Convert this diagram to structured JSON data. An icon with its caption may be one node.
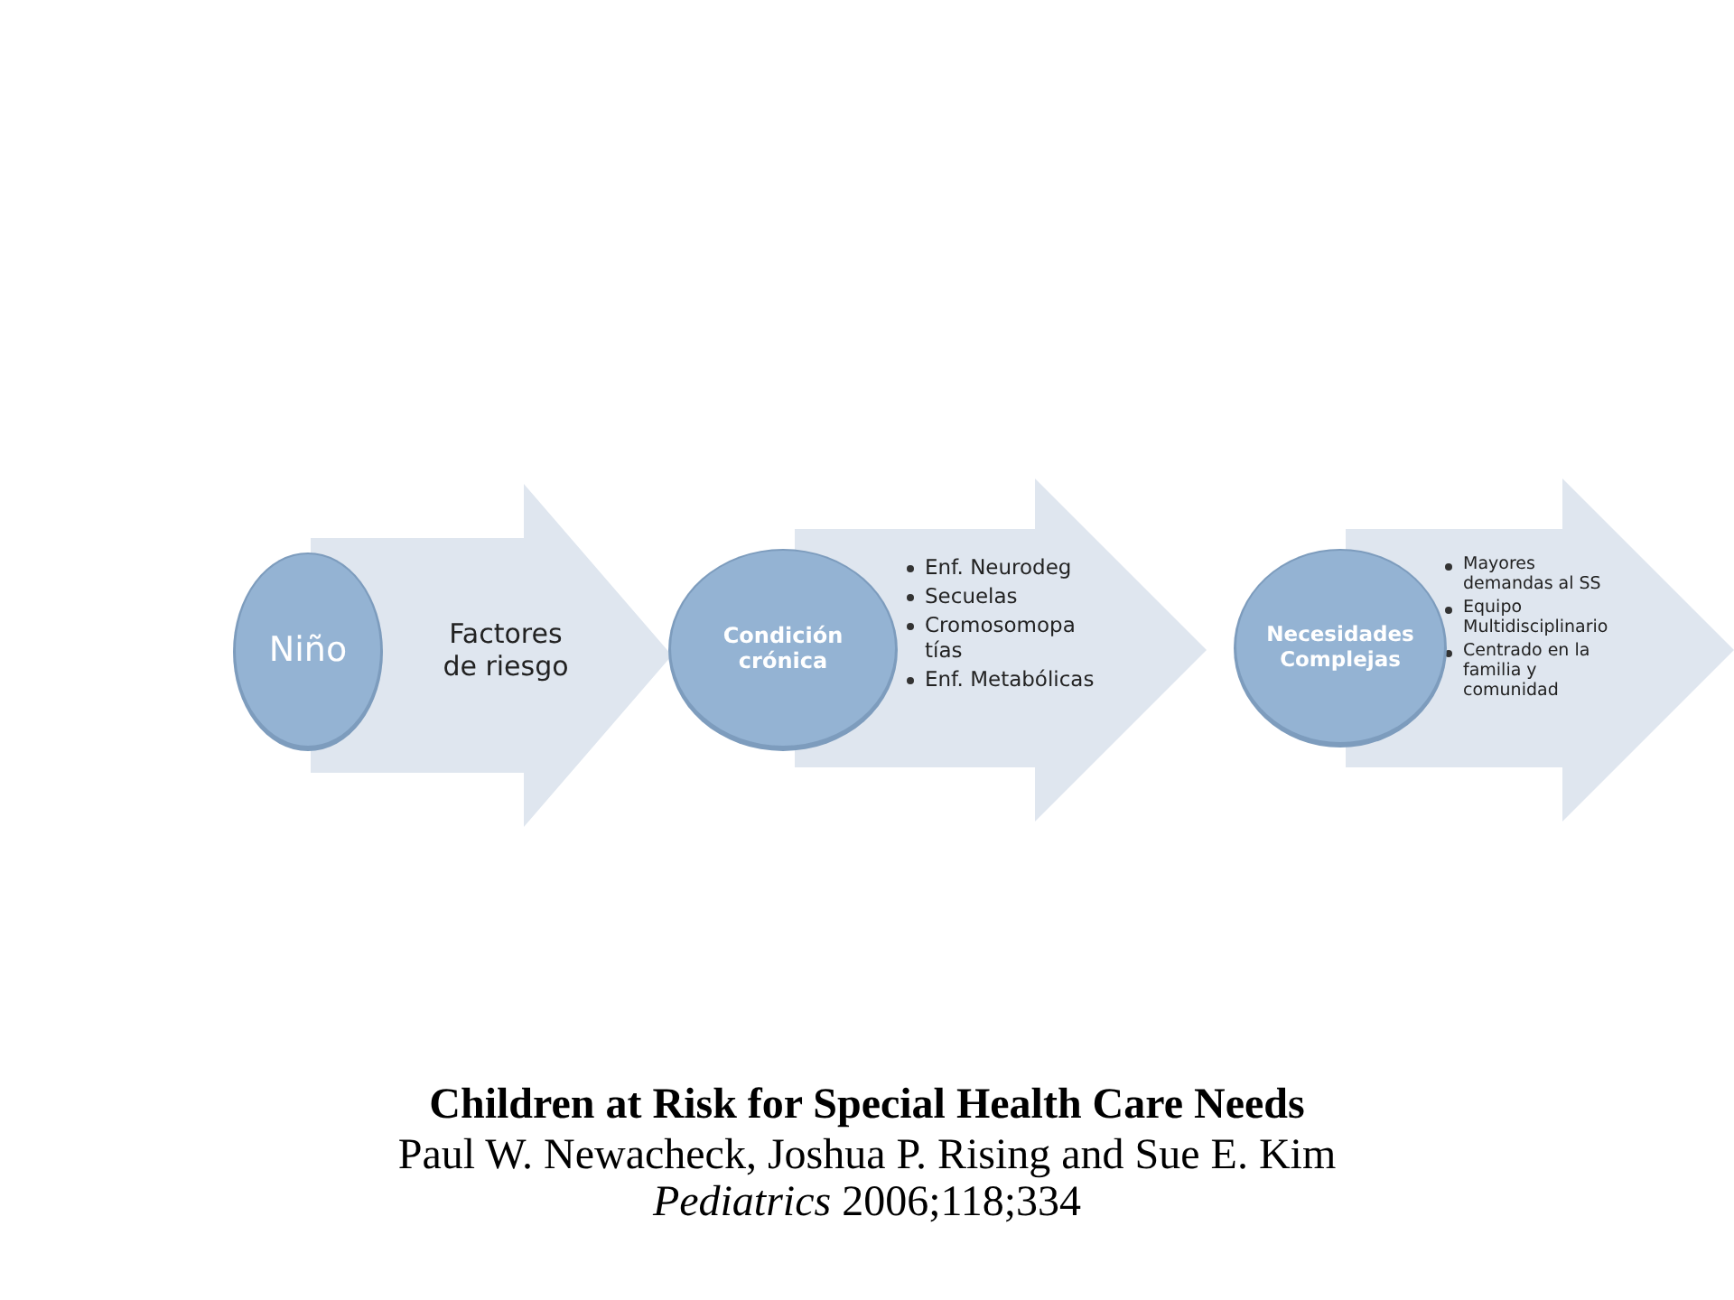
{
  "diagram": {
    "nodes": [
      {
        "text": [
          "Niño"
        ]
      },
      {
        "text": [
          "Factores de riesgo"
        ]
      },
      {
        "text": [
          "Condición crónica"
        ]
      },
      {
        "text": [
          "Enf. Neurodeg",
          "Secuelas",
          "Cromosomopa tías",
          "Enf. Metabólicas"
        ]
      },
      {
        "text": [
          "Necesidades Complejas"
        ]
      },
      {
        "text": [
          "Mayores demandas al SS",
          "Equipo Multidisciplinario",
          "Centrado en la familia y comunidad"
        ]
      }
    ],
    "edges": [
      {
        "from": 0,
        "to": 2,
        "arrow": "to"
      },
      {
        "from": 2,
        "to": 4,
        "arrow": "to"
      },
      {
        "from": 4,
        "to": null,
        "arrow": "to"
      }
    ],
    "labels": [
      "Children at Risk for Special Health Care Needs",
      "Paul W. Newacheck, Joshua P. Rising and Sue E. Kim",
      "*Pediatrics* 2006;118;334"
    ]
  }
}
